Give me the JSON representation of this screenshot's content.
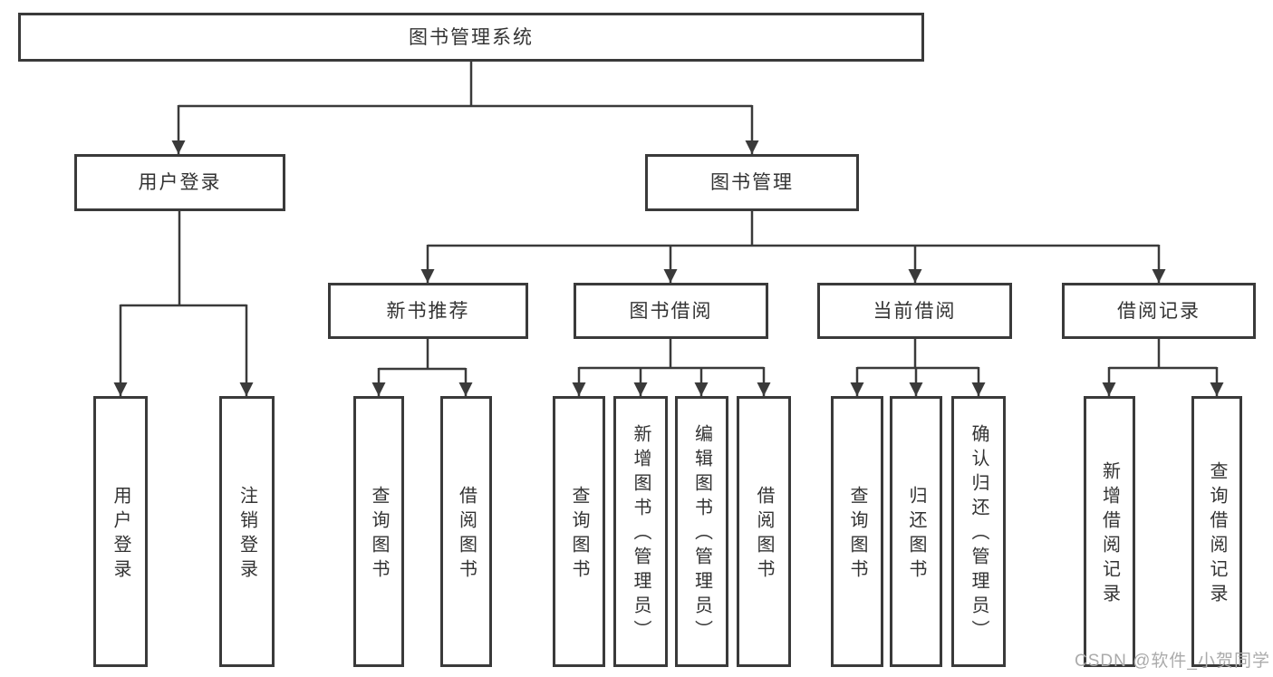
{
  "diagram": {
    "watermark": "CSDN @软件_小贺同学",
    "colors": {
      "line": "#3a3a3a",
      "box_border": "#3a3a3a",
      "text": "#333333",
      "background": "#ffffff",
      "watermark": "#ababab"
    },
    "nodes": {
      "root": {
        "label": "图书管理系统",
        "children": [
          "userLogin",
          "bookMgmt"
        ]
      },
      "userLogin": {
        "label": "用户登录",
        "children": [
          "loginAction",
          "logoutAction"
        ]
      },
      "bookMgmt": {
        "label": "图书管理",
        "children": [
          "newBookRec",
          "bookBorrow",
          "currentBorrow",
          "borrowRecords"
        ]
      },
      "newBookRec": {
        "label": "新书推荐",
        "children": [
          "queryBook1",
          "borrowBook1"
        ]
      },
      "bookBorrow": {
        "label": "图书借阅",
        "children": [
          "queryBook2",
          "addBookAdmin",
          "editBookAdmin",
          "borrowBook2"
        ]
      },
      "currentBorrow": {
        "label": "当前借阅",
        "children": [
          "queryBook3",
          "returnBook",
          "confirmReturnAdmin"
        ]
      },
      "borrowRecords": {
        "label": "借阅记录",
        "children": [
          "addBorrowRecord",
          "queryBorrowRecord"
        ]
      },
      "loginAction": {
        "label": "用户登录",
        "children": []
      },
      "logoutAction": {
        "label": "注销登录",
        "children": []
      },
      "queryBook1": {
        "label": "查询图书",
        "children": []
      },
      "borrowBook1": {
        "label": "借阅图书",
        "children": []
      },
      "queryBook2": {
        "label": "查询图书",
        "children": []
      },
      "addBookAdmin": {
        "label": "新增图书（管理员）",
        "children": []
      },
      "editBookAdmin": {
        "label": "编辑图书（管理员）",
        "children": []
      },
      "borrowBook2": {
        "label": "借阅图书",
        "children": []
      },
      "queryBook3": {
        "label": "查询图书",
        "children": []
      },
      "returnBook": {
        "label": "归还图书",
        "children": []
      },
      "confirmReturnAdmin": {
        "label": "确认归还（管理员）",
        "children": []
      },
      "addBorrowRecord": {
        "label": "新增借阅记录",
        "children": []
      },
      "queryBorrowRecord": {
        "label": "查询借阅记录",
        "children": []
      }
    }
  }
}
